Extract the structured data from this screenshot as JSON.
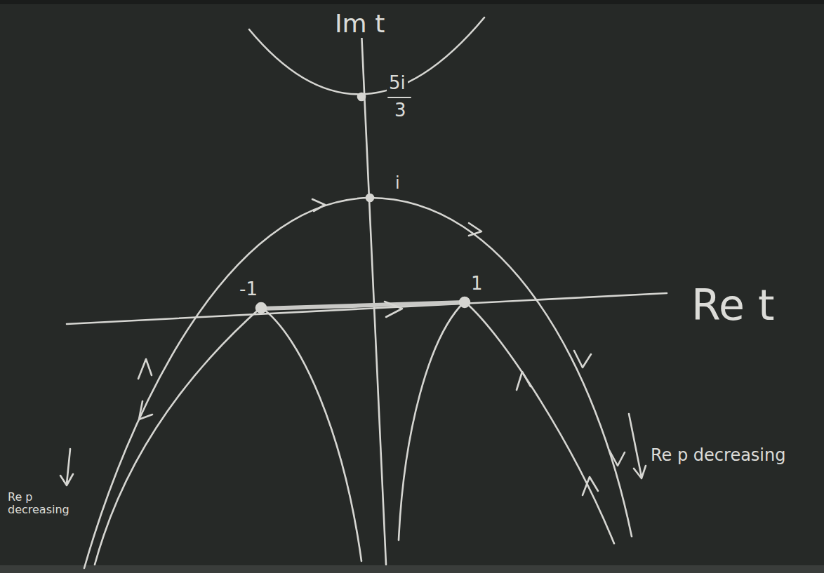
{
  "diagram": {
    "labels": [
      "Im t",
      "Re t",
      "5i",
      "3",
      "i",
      "-1",
      "1",
      "Re p decreasing",
      "Re p decreasing"
    ]
  }
}
